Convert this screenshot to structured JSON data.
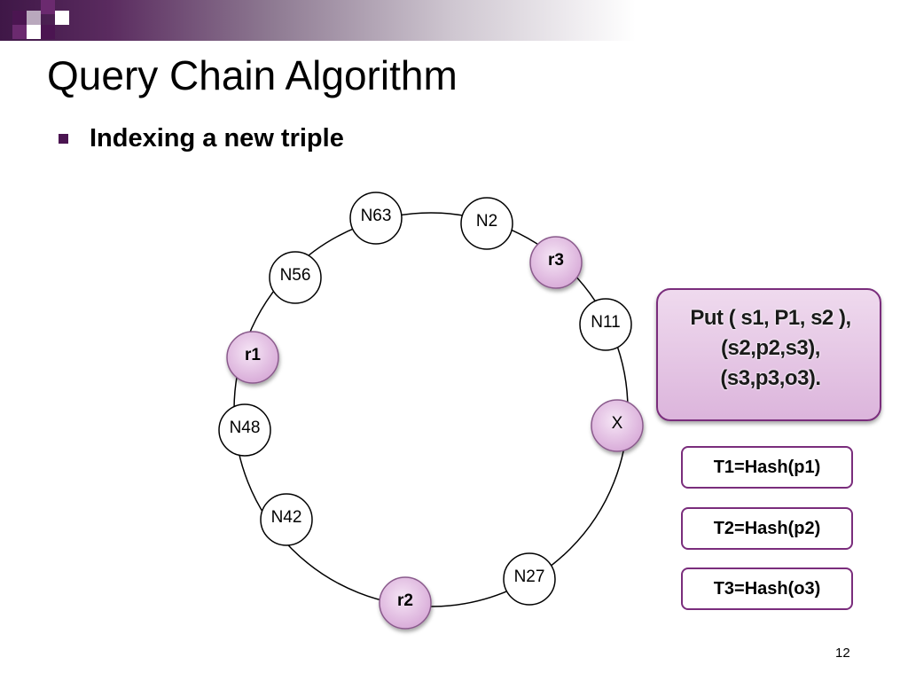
{
  "slide": {
    "title": "Query Chain Algorithm",
    "bullet": "Indexing a new triple",
    "page_number": "12"
  },
  "ring": {
    "nodes": [
      {
        "label": "N63",
        "kind": "node"
      },
      {
        "label": "N2",
        "kind": "node"
      },
      {
        "label": "r3",
        "kind": "replica"
      },
      {
        "label": "N11",
        "kind": "node"
      },
      {
        "label": "X",
        "kind": "replica"
      },
      {
        "label": "N27",
        "kind": "node"
      },
      {
        "label": "r2",
        "kind": "replica"
      },
      {
        "label": "N42",
        "kind": "node"
      },
      {
        "label": "N48",
        "kind": "node"
      },
      {
        "label": "r1",
        "kind": "replica"
      },
      {
        "label": "N56",
        "kind": "node"
      }
    ]
  },
  "put_box": {
    "lines": [
      "Put ( s1, P1, s2 ),",
      "(s2,p2,s3),",
      "(s3,p3,o3)."
    ]
  },
  "hash_boxes": [
    "T1=Hash(p1)",
    "T2=Hash(p2)",
    "T3=Hash(o3)"
  ],
  "colors": {
    "accent": "#4b1551",
    "box_border": "#7a2d7c",
    "replica_fill": "#e3c3e3"
  }
}
